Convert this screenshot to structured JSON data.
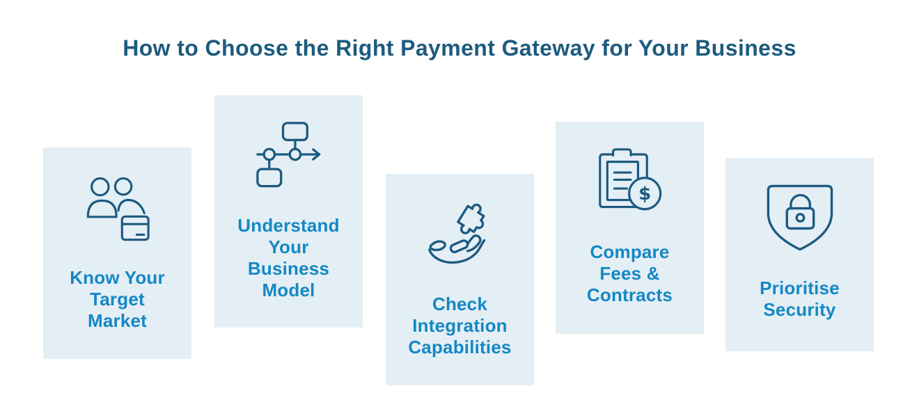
{
  "title": "How to Choose the Right Payment Gateway for Your Business",
  "colors": {
    "background": "#ffffff",
    "card_background": "#e4eef5",
    "title_text": "#1e5b7e",
    "label_text": "#1488c4",
    "icon_stroke": "#1c5a80"
  },
  "steps": [
    {
      "label": "Know Your\nTarget\nMarket",
      "icon": "users-credit-card-icon"
    },
    {
      "label": "Understand\nYour\nBusiness\nModel",
      "icon": "flowchart-icon"
    },
    {
      "label": "Check\nIntegration\nCapabilities",
      "icon": "hand-puzzle-icon"
    },
    {
      "label": "Compare\nFees &\nContracts",
      "icon": "clipboard-dollar-icon"
    },
    {
      "label": "Prioritise\nSecurity",
      "icon": "shield-lock-icon"
    }
  ],
  "dollar_glyph": "$"
}
